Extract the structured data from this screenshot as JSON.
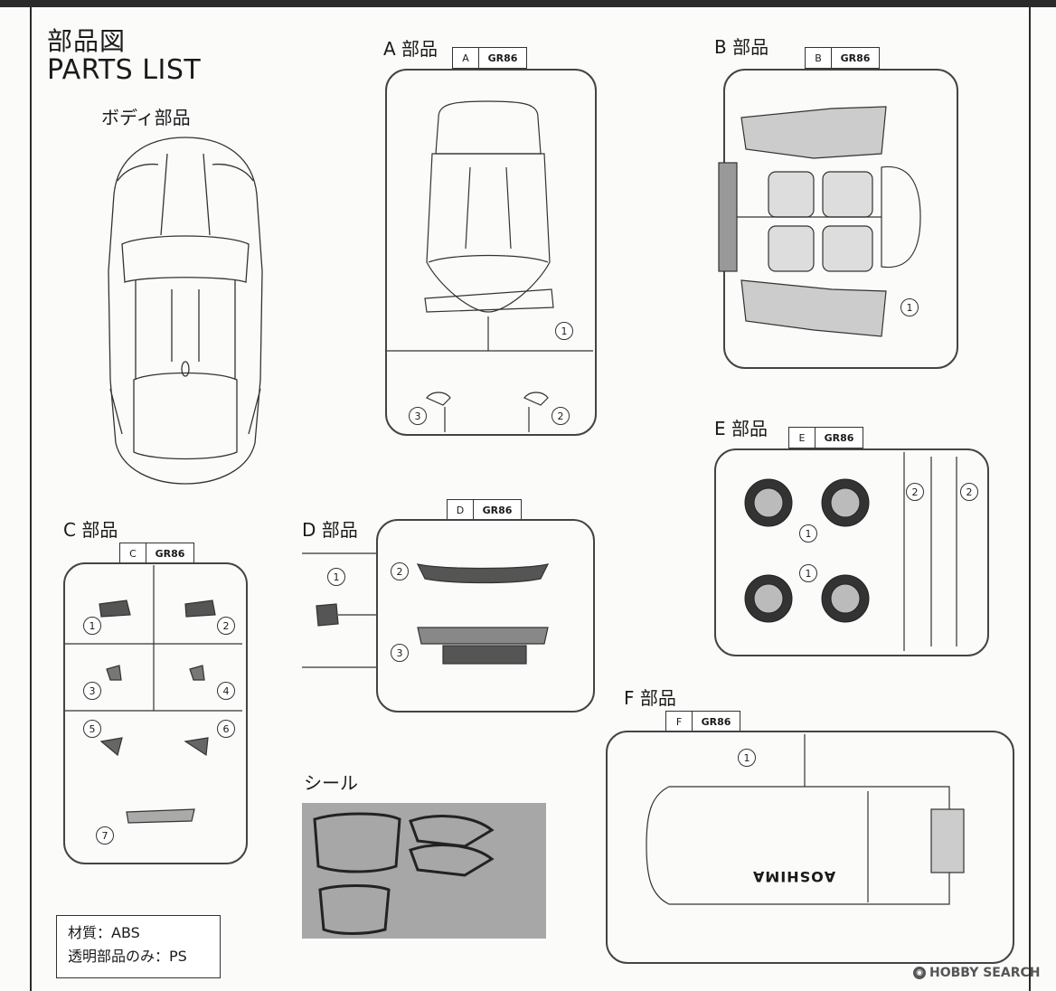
{
  "header": {
    "title_jp": "部品図",
    "title_en": "PARTS LIST"
  },
  "body_section": {
    "label": "ボディ部品"
  },
  "sections": {
    "a": {
      "label": "A 部品",
      "tag_letter": "A",
      "tag_code": "GR86",
      "numbers": [
        "1",
        "3",
        "2"
      ]
    },
    "b": {
      "label": "B 部品",
      "tag_letter": "B",
      "tag_code": "GR86",
      "numbers": [
        "1"
      ]
    },
    "c": {
      "label": "C 部品",
      "tag_letter": "C",
      "tag_code": "GR86",
      "numbers": [
        "1",
        "2",
        "3",
        "4",
        "5",
        "6",
        "7"
      ]
    },
    "d": {
      "label": "D 部品",
      "tag_letter": "D",
      "tag_code": "GR86",
      "numbers": [
        "1",
        "2",
        "3"
      ]
    },
    "e": {
      "label": "E 部品",
      "tag_letter": "E",
      "tag_code": "GR86",
      "numbers": [
        "1",
        "1",
        "2",
        "2"
      ]
    },
    "f": {
      "label": "F 部品",
      "tag_letter": "F",
      "tag_code": "GR86",
      "numbers": [
        "1"
      ],
      "molded_text": "AOSHIMA"
    }
  },
  "seal": {
    "label": "シール"
  },
  "material": {
    "line1": "材質：ABS",
    "line2": "透明部品のみ：PS"
  },
  "watermark": {
    "text": "HOBBY SEARCH"
  }
}
